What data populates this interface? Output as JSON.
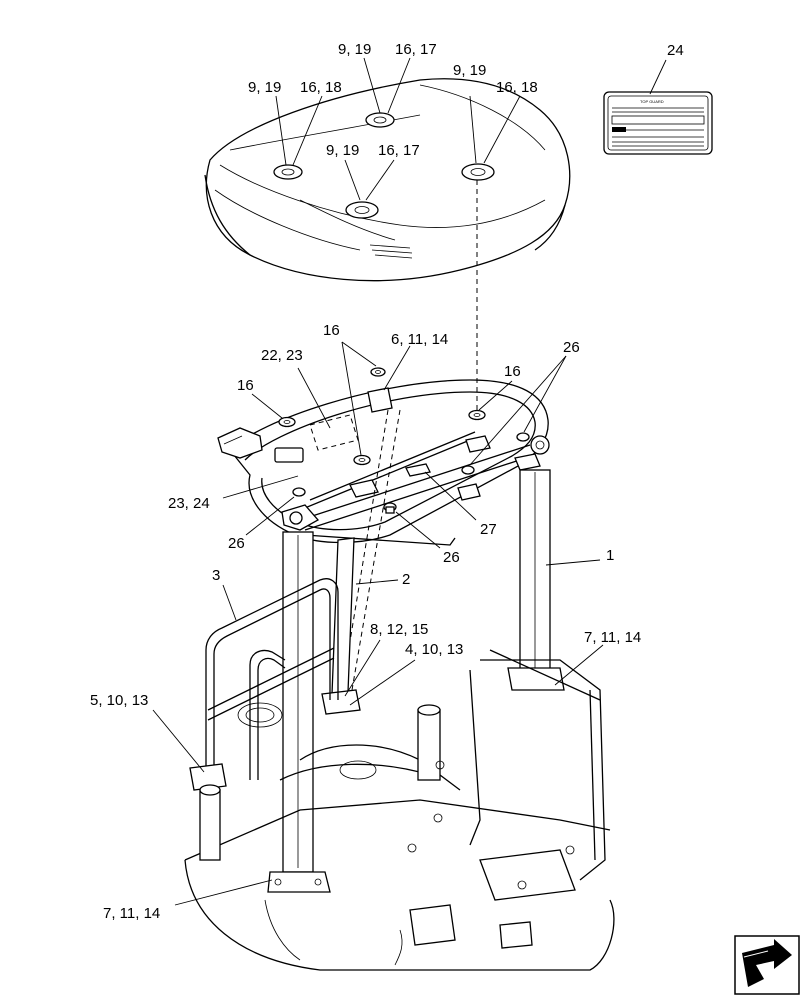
{
  "callouts": {
    "c24": "24",
    "c9_19_a": "9, 19",
    "c16_17_a": "16, 17",
    "c9_19_b": "9, 19",
    "c16_18_a": "16, 18",
    "c9_19_c": "9, 19",
    "c16_18_b": "16, 18",
    "c9_19_d": "9, 19",
    "c16_17_b": "16, 17",
    "c16_top": "16",
    "c6_11_14": "6, 11, 14",
    "c22_23": "22, 23",
    "c26_top": "26",
    "c16_left": "16",
    "c16_right": "16",
    "c23_24": "23, 24",
    "c26_left": "26",
    "c27": "27",
    "c26_mid": "26",
    "c1": "1",
    "c3": "3",
    "c2": "2",
    "c8_12_15": "8, 12, 15",
    "c7_11_14_right": "7, 11, 14",
    "c4_10_13": "4, 10, 13",
    "c5_10_13": "5, 10, 13",
    "c7_11_14_left": "7, 11, 14"
  },
  "decal": {
    "title": "TOP GUARD"
  },
  "nav_icon": "page-turn-arrow-icon"
}
